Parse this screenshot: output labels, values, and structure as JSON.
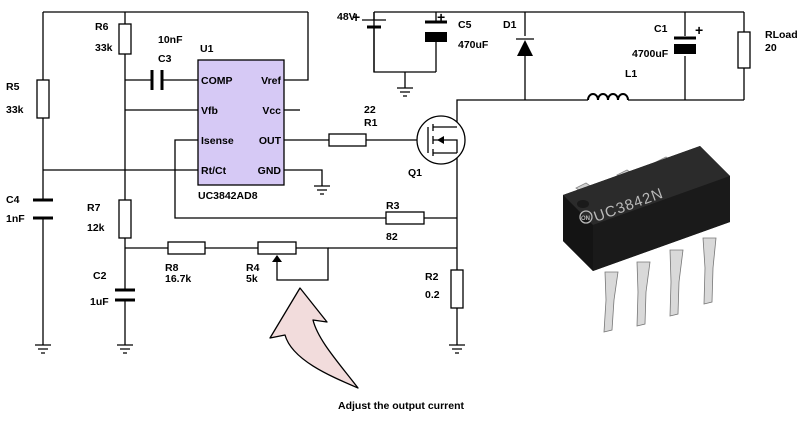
{
  "ic": {
    "ref": "U1",
    "part": "UC3842AD8",
    "pins": {
      "comp": "COMP",
      "vfb": "Vfb",
      "isense": "Isense",
      "rtct": "Rt/Ct",
      "vref": "Vref",
      "vcc": "Vcc",
      "out": "OUT",
      "gnd": "GND"
    },
    "body_color": "#d6c9f5"
  },
  "components": {
    "r5": {
      "ref": "R5",
      "value": "33k"
    },
    "c4": {
      "ref": "C4",
      "value": "1nF"
    },
    "r6": {
      "ref": "R6",
      "value": "33k"
    },
    "c3": {
      "ref": "C3",
      "value": "10nF"
    },
    "r7": {
      "ref": "R7",
      "value": "12k"
    },
    "c2": {
      "ref": "C2",
      "value": "1uF"
    },
    "r8": {
      "ref": "R8",
      "value": "16.7k"
    },
    "r4": {
      "ref": "R4",
      "value": "5k"
    },
    "r1": {
      "ref": "R1",
      "value": "22"
    },
    "r3": {
      "ref": "R3",
      "value": "82"
    },
    "r2": {
      "ref": "R2",
      "value": "0.2"
    },
    "q1": {
      "ref": "Q1"
    },
    "supply": {
      "value": "48V"
    },
    "c5": {
      "ref": "C5",
      "value": "470uF"
    },
    "d1": {
      "ref": "D1"
    },
    "c1": {
      "ref": "C1",
      "value": "4700uF"
    },
    "l1": {
      "ref": "L1"
    },
    "rload": {
      "ref": "RLoad",
      "value": "20"
    }
  },
  "annotation": {
    "text": "Adjust the output current",
    "arrow_color": "#f2dcdc"
  },
  "photo": {
    "chip_marking": "UC3842N",
    "logo": "ON"
  }
}
